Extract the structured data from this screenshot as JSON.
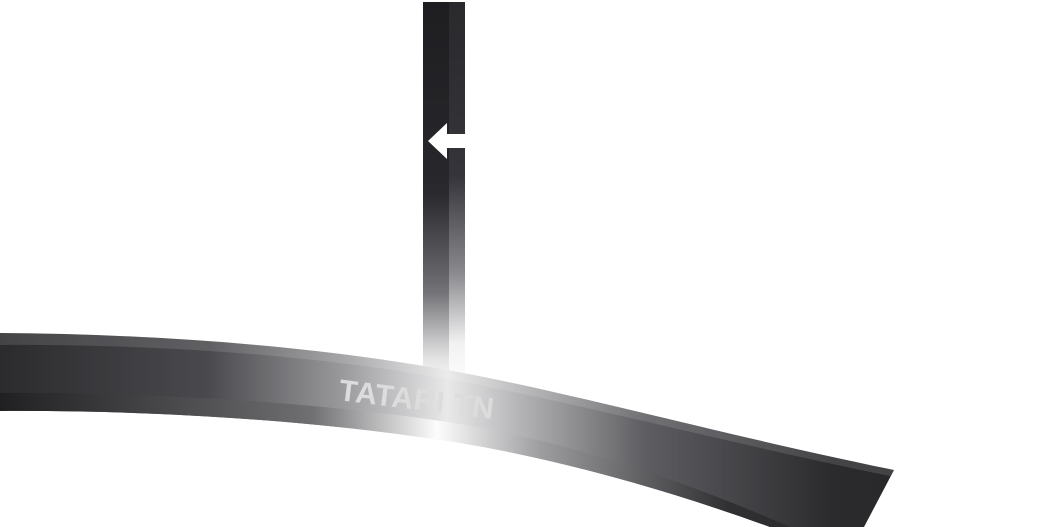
{
  "map": {
    "background_color": "#ffffff",
    "road_color": "#2b2b2e",
    "road_highlight_color": "#ffffff",
    "label_color": "#dcdcdc",
    "arrow_color": "#ffffff",
    "roads": [
      {
        "name": "TATARI TN",
        "orientation": "horizontal-curved"
      },
      {
        "name": "",
        "orientation": "vertical"
      }
    ],
    "turn_arrow": {
      "icon": "arrow-left-icon",
      "direction": "left"
    }
  }
}
